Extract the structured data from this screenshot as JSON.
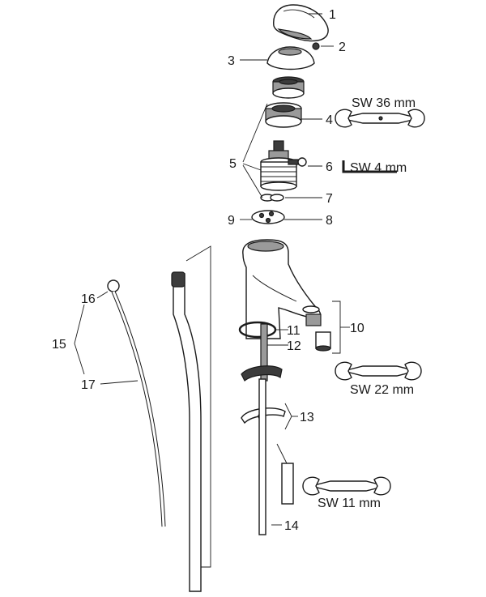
{
  "labels": {
    "p1": "1",
    "p2": "2",
    "p3": "3",
    "p4": "4",
    "p5": "5",
    "p6": "6",
    "p7": "7",
    "p8": "8",
    "p9": "9",
    "p10": "10",
    "p11": "11",
    "p12": "12",
    "p13": "13",
    "p14": "14",
    "p15": "15",
    "p16": "16",
    "p17": "17"
  },
  "tools": {
    "wrench_36": "SW 36 mm",
    "hex_key_4": "SW 4 mm",
    "wrench_22": "SW 22 mm",
    "wrench_11": "SW 11 mm"
  },
  "colors": {
    "line": "#1a1a1a",
    "shade": "#9a9a9a",
    "dark": "#3c3c3c"
  }
}
